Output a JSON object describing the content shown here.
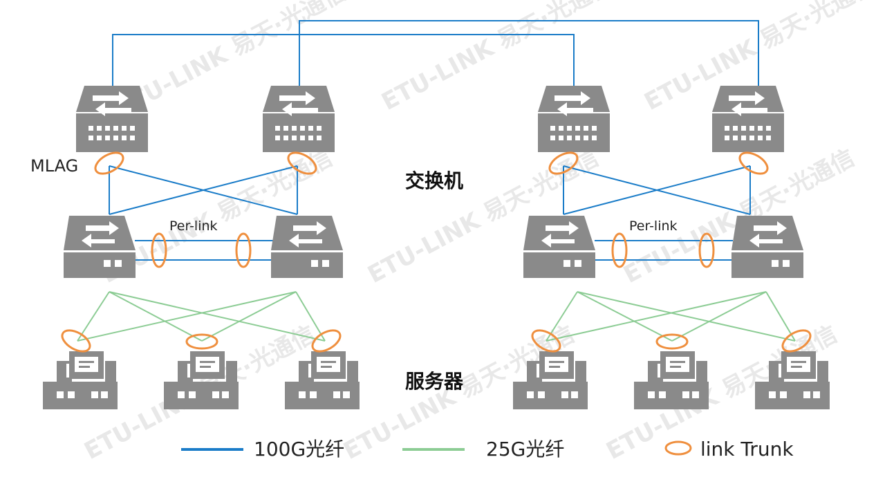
{
  "labels": {
    "mlag": "MLAG",
    "per_link_left": "Per-link",
    "per_link_right": "Per-link",
    "switch_label": "交换机",
    "server_label": "服务器"
  },
  "legend": {
    "fiber100": "100G光纤",
    "fiber25": "25G光纤",
    "trunk": "link Trunk"
  },
  "watermark": "ETU-LINK 易天·光通信",
  "colors": {
    "fiber100": "#1a7cc8",
    "fiber25": "#8ccc94",
    "trunk": "#ef8f3e",
    "device": "#8a8a8a",
    "text": "#222222"
  }
}
